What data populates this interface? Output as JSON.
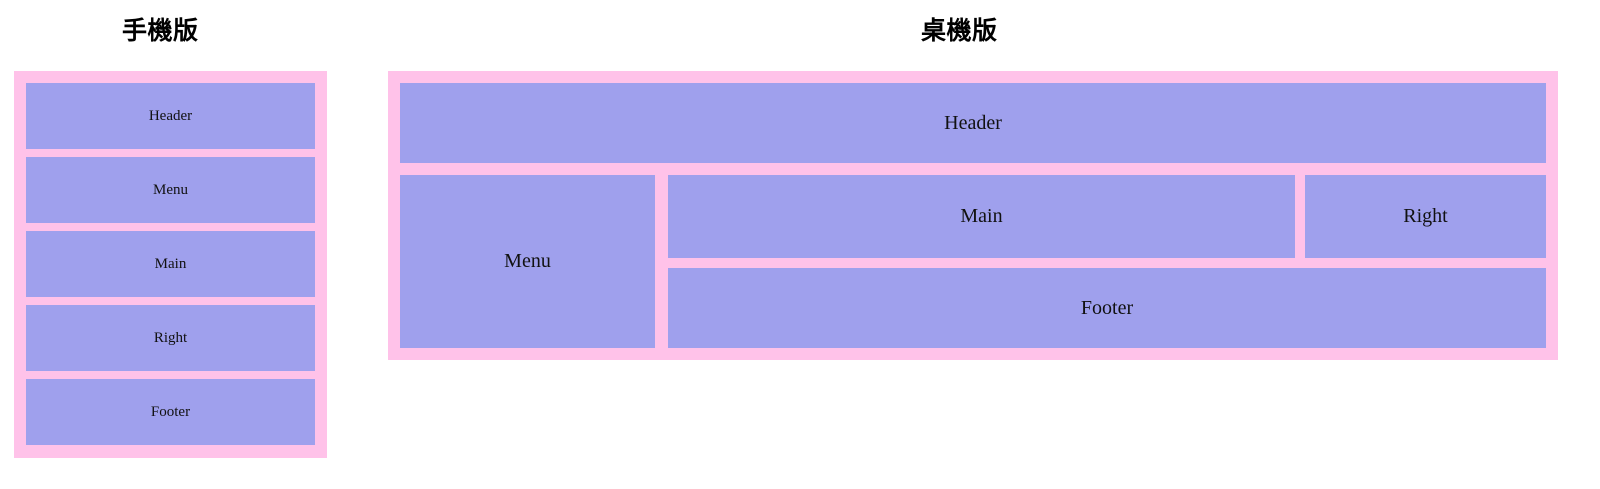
{
  "theme": {
    "page_background": "#ffffff",
    "frame_color": "#ffc2e9",
    "cell_color": "#9fa0ed",
    "label_color": "#111111",
    "title_color": "#000000"
  },
  "mobile": {
    "title": "手機版",
    "cells": [
      {
        "label": "Header"
      },
      {
        "label": "Menu"
      },
      {
        "label": "Main"
      },
      {
        "label": "Right"
      },
      {
        "label": "Footer"
      }
    ]
  },
  "desktop": {
    "title": "桌機版",
    "cells": [
      {
        "label": "Header"
      },
      {
        "label": "Menu"
      },
      {
        "label": "Main"
      },
      {
        "label": "Right"
      },
      {
        "label": "Footer"
      }
    ]
  }
}
